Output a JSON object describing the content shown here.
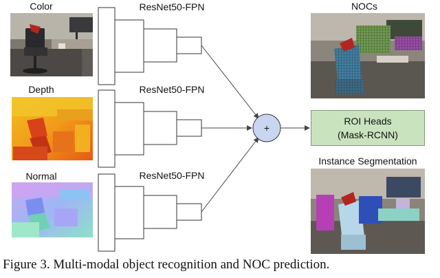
{
  "inputs": {
    "color": "Color",
    "depth": "Depth",
    "normal": "Normal"
  },
  "backbone_label": "ResNet50-FPN",
  "fusion_symbol": "+",
  "roi_heads": {
    "line1": "ROI Heads",
    "line2": "(Mask-RCNN)"
  },
  "outputs": {
    "nocs": "NOCs",
    "instance_segmentation": "Instance Segmentation"
  },
  "caption": "Figure 3.  Multi-modal object recognition and NOC prediction.",
  "colors": {
    "roi_fill": "#c9e3be",
    "fusion_fill": "#c9d6f2",
    "pyramid_fill": "#ffffff",
    "stroke": "#333333"
  }
}
